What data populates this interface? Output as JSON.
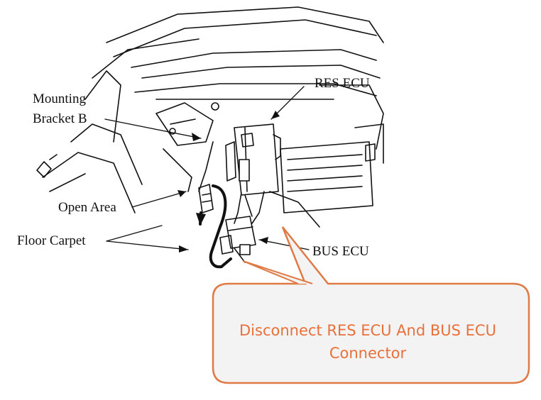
{
  "labels": {
    "mounting_bracket_line1": "Mounting",
    "mounting_bracket_line2": "Bracket B",
    "res_ecu": "RES ECU",
    "open_area": "Open Area",
    "floor_carpet": "Floor Carpet",
    "bus_ecu": "BUS ECU"
  },
  "callout": {
    "text": "Disconnect RES ECU And BUS ECU Connector",
    "border_color": "#e07a45",
    "text_color": "#e8703a"
  }
}
